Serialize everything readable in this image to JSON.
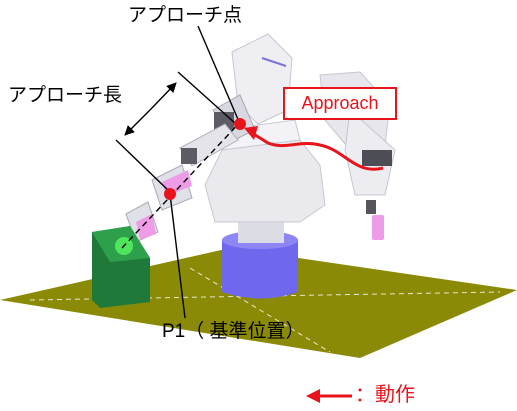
{
  "labels": {
    "approach_point": "アプローチ点",
    "approach_length": "アプローチ長",
    "p1_reference": "P1（ 基準位置）",
    "approach_tag": "Approach",
    "legend_motion": "：動作"
  },
  "colors": {
    "floor": "#8a8a06",
    "pedestal": "#6f68ee",
    "robot_body": "#e9e9ee",
    "target_block": "#1f7a3a",
    "target_highlight": "#4ee65a",
    "gripper_pink": "#ee9ce8",
    "motion_arrow": "#e8141c",
    "point_marker": "#e8141c"
  }
}
